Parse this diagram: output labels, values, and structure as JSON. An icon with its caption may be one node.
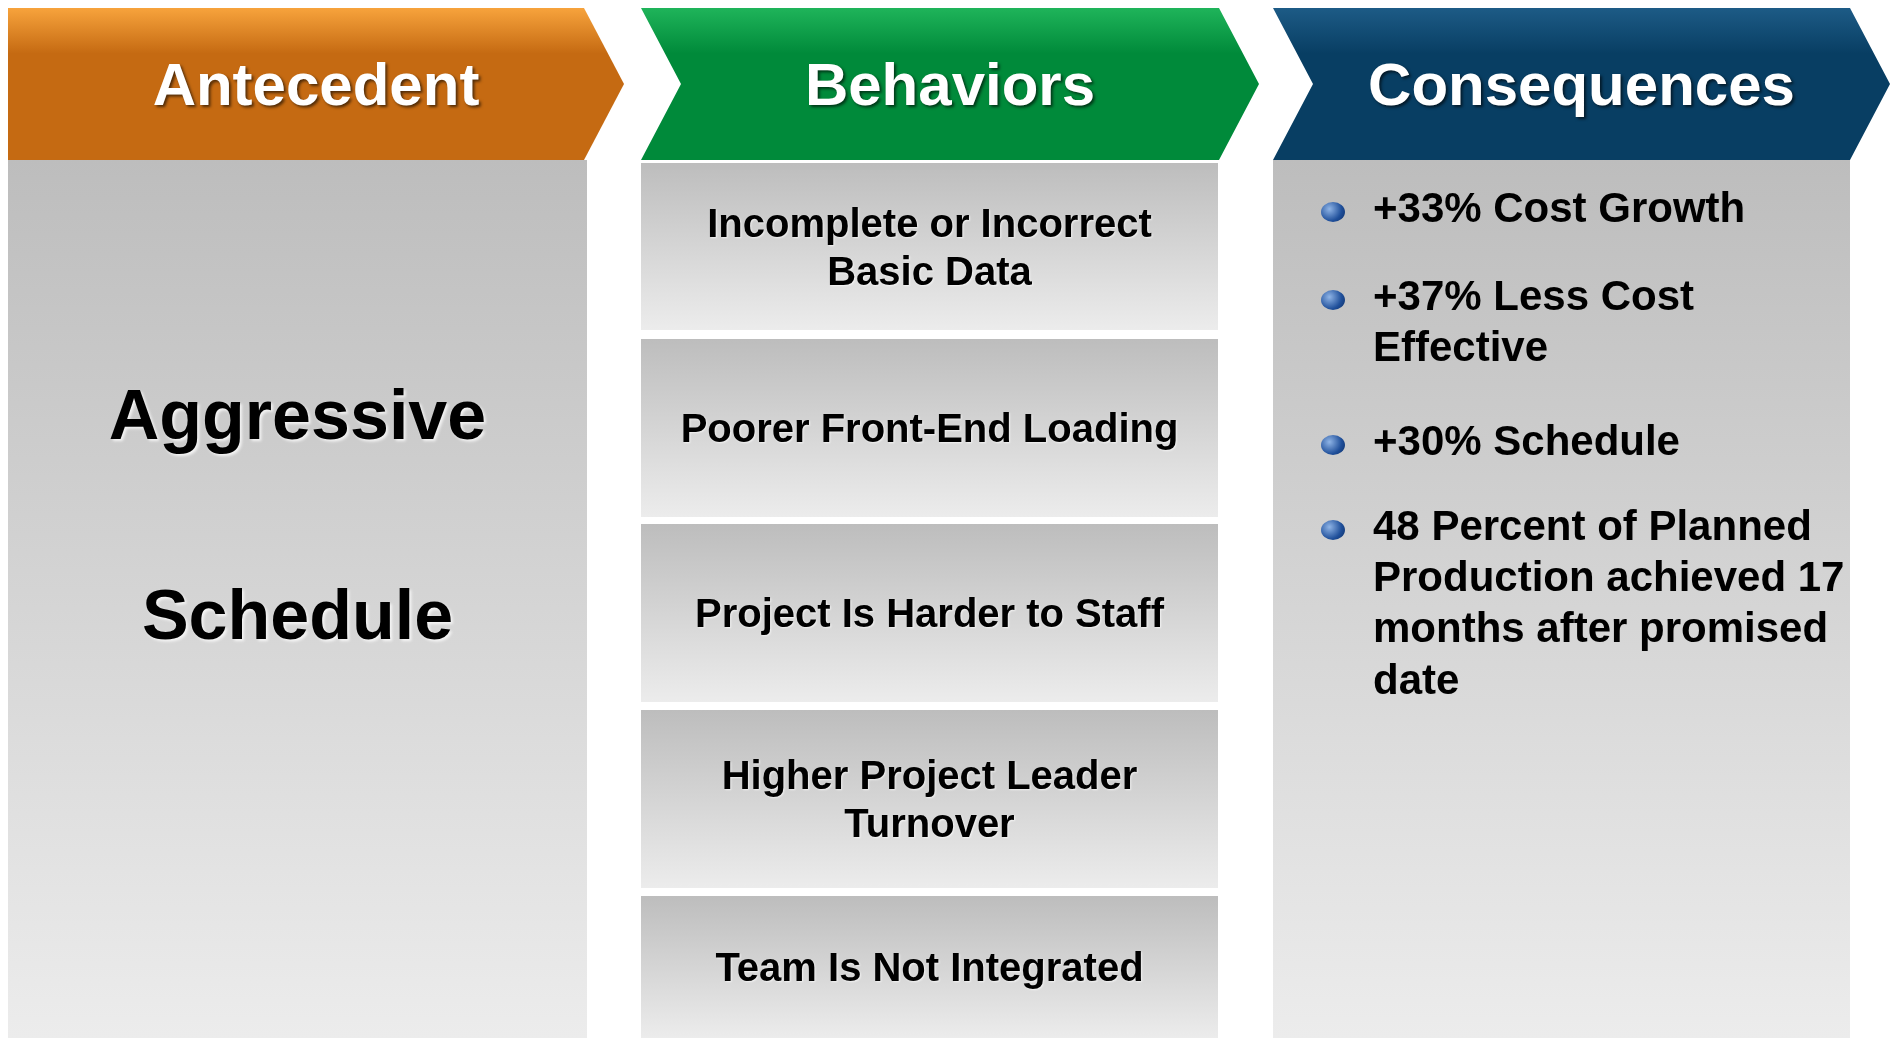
{
  "diagram": {
    "nodes": [
      {
        "text": [
          "Antecedent"
        ]
      },
      {
        "text": [
          "Aggressive Schedule"
        ]
      },
      {
        "text": [
          "Behaviors"
        ]
      },
      {
        "text": [
          "Incomplete or Incorrect Basic Data"
        ]
      },
      {
        "text": [
          "Poorer Front-End Loading"
        ]
      },
      {
        "text": [
          "Project Is Harder to Staff"
        ]
      },
      {
        "text": [
          "Higher Project Leader Turnover"
        ]
      },
      {
        "text": [
          "Team Is Not Integrated"
        ]
      },
      {
        "text": [
          "Consequences"
        ]
      },
      {
        "text": [
          "+33% Cost Growth",
          "+37% Less Cost Effective",
          "+30% Schedule",
          "48 Percent of Planned Production achieved 17 months after promised date"
        ]
      }
    ]
  }
}
